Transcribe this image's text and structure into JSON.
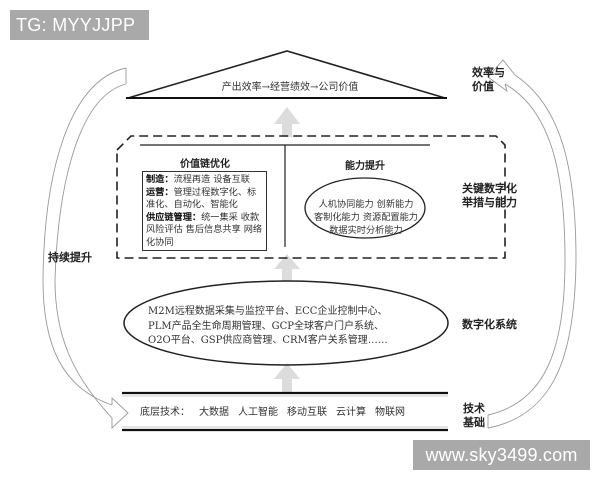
{
  "watermarks": {
    "top_left": "TG: MYYJJPP",
    "bottom_right": "www.sky3499.com"
  },
  "layers": {
    "top": {
      "text": "产出效率→经营绩效→公司价值",
      "side_label_line1": "效率与",
      "side_label_line2": "价值"
    },
    "key_measures": {
      "side_label_line1": "关键数字化",
      "side_label_line2": "举措与能力",
      "value_chain": {
        "title": "价值链优化",
        "items": [
          {
            "label": "制造：",
            "text": "流程再造 设备互联"
          },
          {
            "label": "运营：",
            "text": "管理过程数字化、标准化、自动化、智能化"
          },
          {
            "label": "供应链管理：",
            "text": "统一集采 收款风险评估 售后信息共享 网络化协同"
          }
        ]
      },
      "capability": {
        "title": "能力提升",
        "lines": [
          "人机协同能力 创新能力",
          "客制化能力 资源配置能力",
          "数据实时分析能力"
        ]
      }
    },
    "systems": {
      "side_label": "数字化系统",
      "lines": [
        "M2M远程数据采集与监控平台、ECC企业控制中心、",
        "PLM产品全生命周期管理、GCP全球客户门户系统、",
        "O2O平台、GSP供应商管理、CRM客户关系管理……"
      ]
    },
    "technology": {
      "side_label_line1": "技术",
      "side_label_line2": "基础",
      "prefix": "底层技术：",
      "items": [
        "大数据",
        "人工智能",
        "移动互联",
        "云计算",
        "物联网"
      ]
    }
  },
  "left_loop": {
    "label": "持续提升"
  },
  "colors": {
    "line": "#222222",
    "arrow_fill": "#d9d9d9",
    "curve_arrow": "#9a9a9a",
    "watermark_bg": "#a9a9a9"
  }
}
